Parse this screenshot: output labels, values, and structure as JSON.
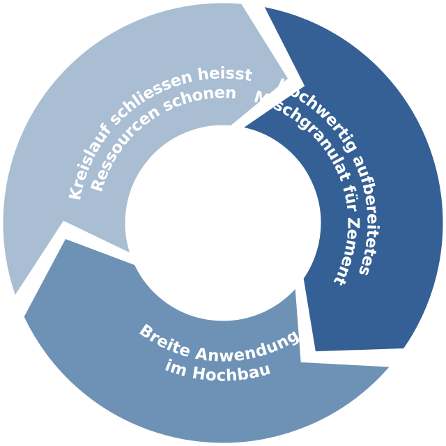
{
  "segments": [
    {
      "id": "top-left",
      "lines": [
        "Kreislauf schliessen heisst",
        "Ressourcen schonen"
      ],
      "color": "#a9bdd3"
    },
    {
      "id": "right",
      "lines": [
        "Hochwertig aufbereitetes",
        "Mischgranulat für Zement"
      ],
      "color": "#346095"
    },
    {
      "id": "bottom",
      "lines": [
        "Breite Anwendung",
        "im Hochbau"
      ],
      "color": "#6e92b6"
    }
  ]
}
